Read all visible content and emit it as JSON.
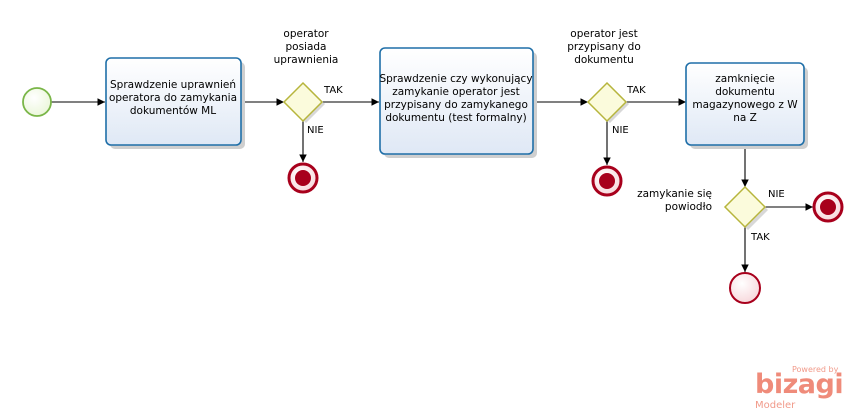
{
  "tasks": {
    "check_permissions": "Sprawdzenie uprawnień operatora do zamykania dokumentów ML",
    "check_assignment": "Sprawdzenie czy wykonujący zamykanie operator jest przypisany do zamykanego dokumentu (test formalny)",
    "close_document": "zamknięcie dokumentu magazynowego z W na Z"
  },
  "gateways": {
    "has_permissions": "operator posiada uprawnienia",
    "is_assigned": "operator jest przypisany do dokumentu",
    "closing_succeeded": "zamykanie się powiodło"
  },
  "flow_labels": {
    "yes": "TAK",
    "no": "NIE"
  },
  "watermark": {
    "powered": "Powered by",
    "brand": "bizagi",
    "product": "Modeler"
  },
  "colors": {
    "task_border": "#1f6fa8",
    "task_fill_top": "#ffffff",
    "task_fill_bottom": "#dfe8f5",
    "gateway_border": "#b7b53c",
    "gateway_fill": "#fbfbdc",
    "start_event": "#7ab648",
    "end_event": "#a8001c",
    "watermark": "#ef8b7a"
  }
}
